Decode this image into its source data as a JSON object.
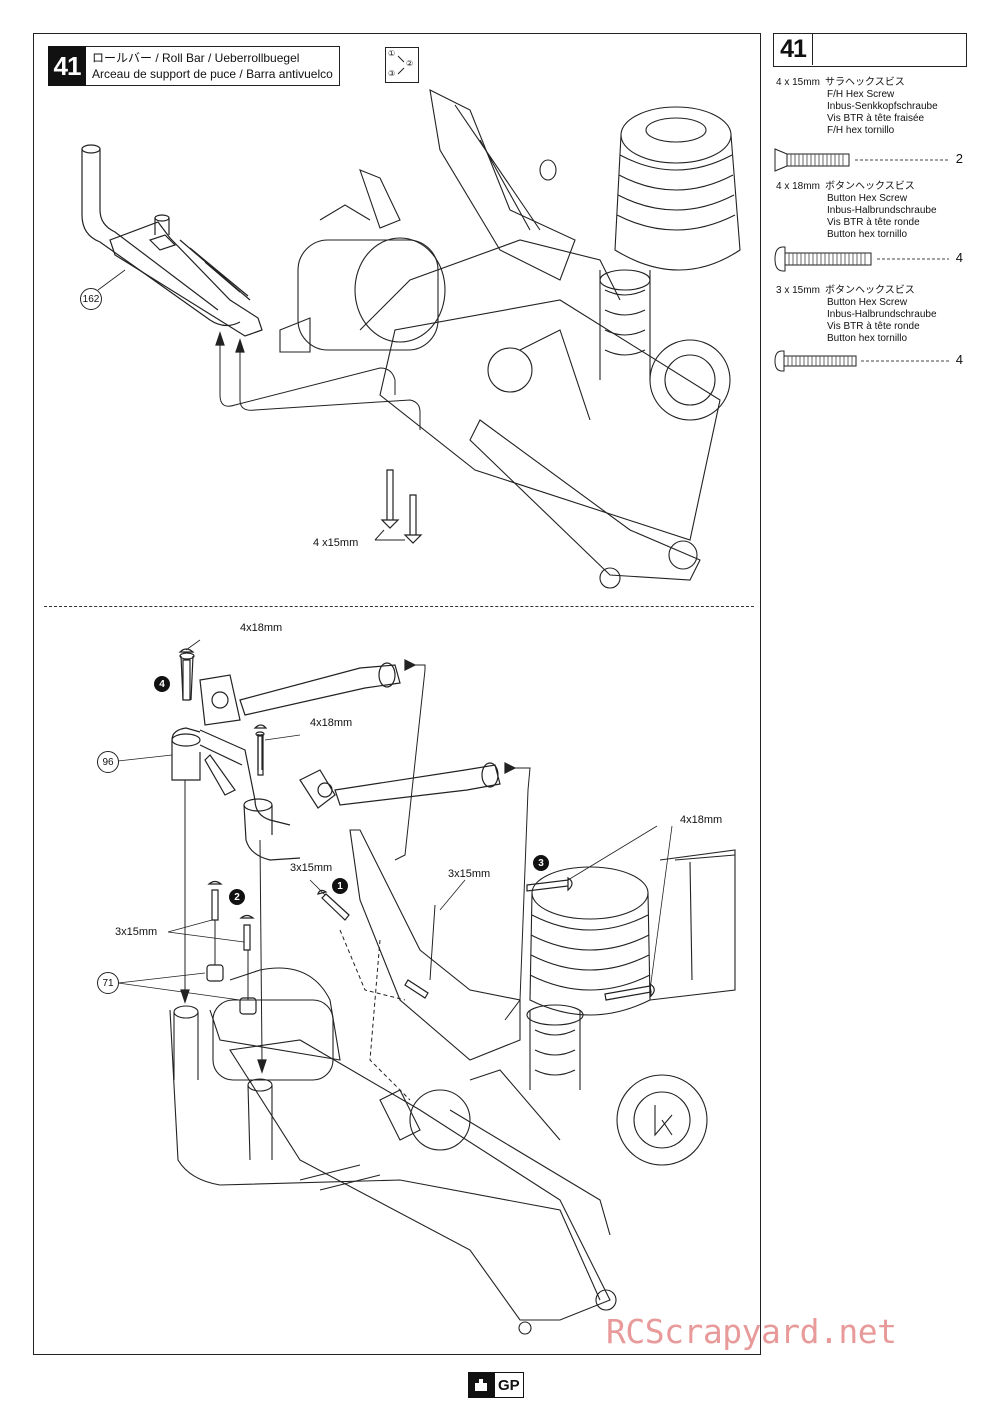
{
  "step": {
    "number": "41",
    "title_line1": "ロールバー / Roll Bar / Ueberrollbuegel",
    "title_line2": "Arceau de support de puce / Barra antivuelco",
    "sequence_icon": [
      "①",
      "②",
      "③"
    ]
  },
  "top_section": {
    "part_162": "162",
    "screw_label": "4 x15mm"
  },
  "bottom_section": {
    "part_96": "96",
    "part_71": "71",
    "label_4x18_a": "4x18mm",
    "label_4x18_b": "4x18mm",
    "label_4x18_c": "4x18mm",
    "label_3x15_a": "3x15mm",
    "label_3x15_b": "3x15mm",
    "label_3x15_c": "3x15mm",
    "bullet_1": "1",
    "bullet_2": "2",
    "bullet_3": "3",
    "bullet_4": "4"
  },
  "parts_list": {
    "step_number": "41",
    "screws": [
      {
        "size": "4 x 15mm",
        "jp": "サラヘックスビス",
        "en": "F/H Hex Screw",
        "de": "Inbus-Senkkopfschraube",
        "fr": "Vis BTR à tête fraisée",
        "es": "F/H hex tornillo",
        "qty": "2"
      },
      {
        "size": "4 x 18mm",
        "jp": "ボタンヘックスビス",
        "en": "Button Hex Screw",
        "de": "Inbus-Halbrundschraube",
        "fr": "Vis BTR à tête ronde",
        "es": "Button hex tornillo",
        "qty": "4"
      },
      {
        "size": "3 x 15mm",
        "jp": "ボタンヘックスビス",
        "en": "Button Hex Screw",
        "de": "Inbus-Halbrundschraube",
        "fr": "Vis BTR à tête ronde",
        "es": "Button hex tornillo",
        "qty": "4"
      }
    ]
  },
  "watermark": "RCScrapyard.net",
  "footer": {
    "category": "GP",
    "icon": "engine-icon"
  }
}
